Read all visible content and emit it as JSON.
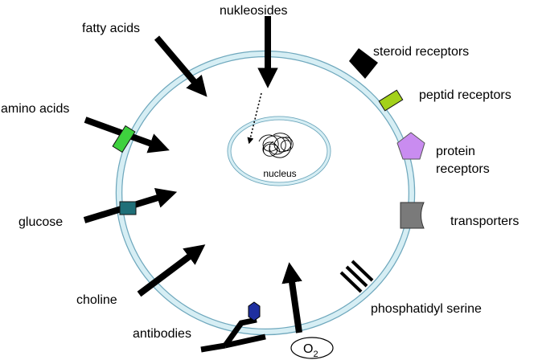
{
  "labels": {
    "nukleosides": "nukleosides",
    "fatty_acids": "fatty acids",
    "amino_acids": "amino acids",
    "glucose": "glucose",
    "choline": "choline",
    "antibodies": "antibodies",
    "steroid_receptors": "steroid receptors",
    "peptid_receptors": "peptid receptors",
    "protein_receptors_line1": "protein",
    "protein_receptors_line2": "receptors",
    "transporters": "transporters",
    "phosphatidyl_serine": "phosphatidyl serine",
    "nucleus": "nucleus",
    "oxygen": "O",
    "oxygen_subscript": "2"
  },
  "colors": {
    "membrane_fill": "#d6eef4",
    "membrane_stroke": "#6fa8bd",
    "amino_acid_channel": "#3ed13e",
    "glucose_channel": "#1f6f78",
    "peptid_receptor": "#a3d11a",
    "protein_receptor": "#c98cf0",
    "transporter": "#7a7a7a",
    "antibody_head": "#1f2fa0",
    "arrow": "#000000"
  }
}
